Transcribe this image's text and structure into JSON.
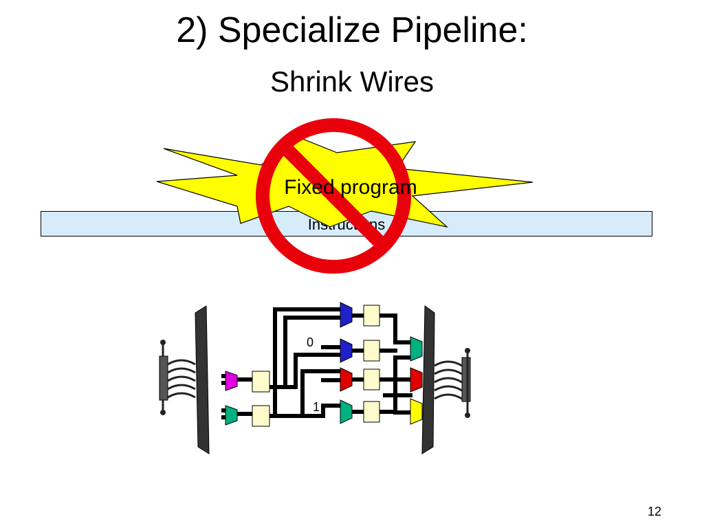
{
  "slide": {
    "title": "2) Specialize Pipeline:",
    "subtitle": "Shrink Wires",
    "page_number": "12"
  },
  "diagram": {
    "burst_label": "Fixed program",
    "bar_label": "Instructions",
    "mux_labels": [
      "0",
      "1"
    ],
    "colors": {
      "burst_fill": "#ffff00",
      "bar_fill": "#d6ecfb",
      "prohibit_red": "#e8000b",
      "register_fill": "#fffbcc",
      "magenta": "#e000e0",
      "blue": "#2020c8",
      "red": "#e00000",
      "teal": "#00b080",
      "yellow": "#ffff00"
    },
    "icons": [
      "prohibition-sign-icon",
      "vise-clamp-icon"
    ]
  }
}
